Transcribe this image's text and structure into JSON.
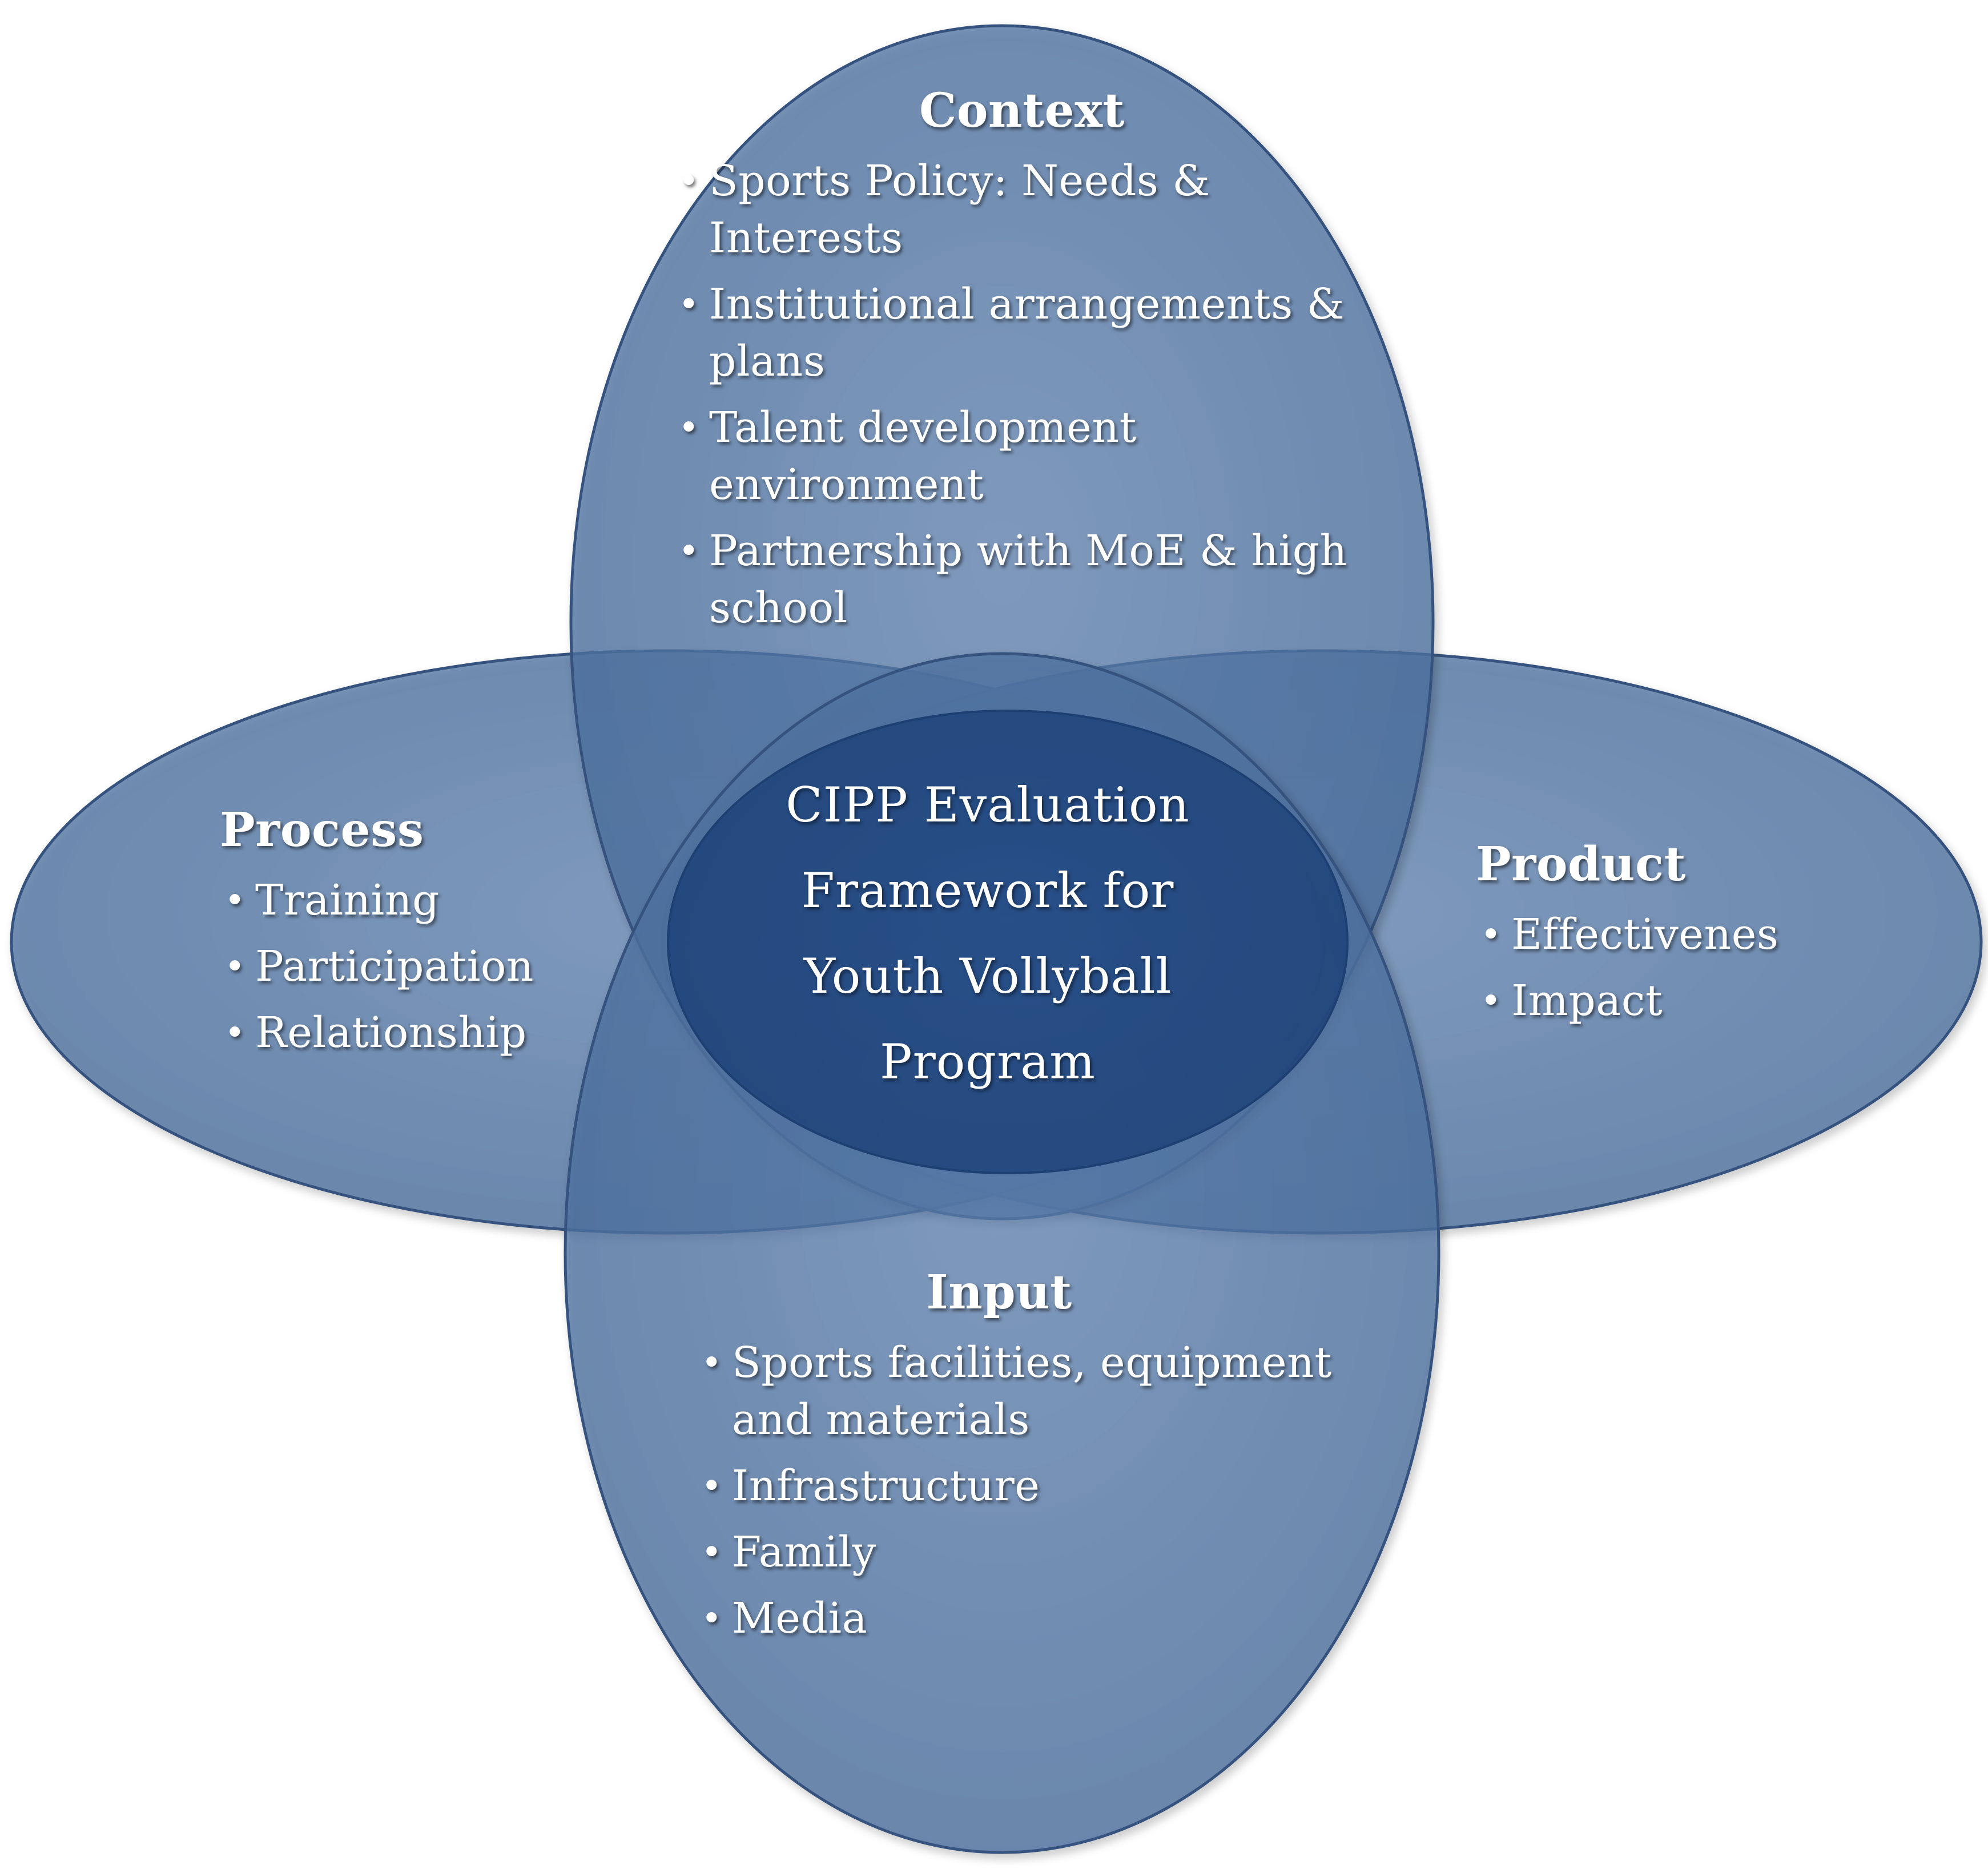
{
  "diagram": {
    "title_lines": [
      "CIPP Evaluation",
      "Framework for",
      "Youth Vollyball",
      "Program"
    ],
    "colors": {
      "ellipse_fill": "#4f73a3",
      "ellipse_stroke": "#34527e",
      "center_fill": "#153a70",
      "text": "#ffffff"
    },
    "context": {
      "heading": "Context",
      "items": [
        "Sports Policy: Needs & Interests",
        "Institutional arrangements & plans",
        "Talent development environment",
        "Partnership with MoE & high school"
      ]
    },
    "process": {
      "heading": "Process",
      "items": [
        "Training",
        "Participation",
        "Relationship"
      ]
    },
    "product": {
      "heading": "Product",
      "items": [
        "Effectivenes",
        "Impact"
      ]
    },
    "input": {
      "heading": "Input",
      "items": [
        "Sports facilities, equipment and materials",
        "Infrastructure",
        "Family",
        "Media"
      ]
    }
  }
}
